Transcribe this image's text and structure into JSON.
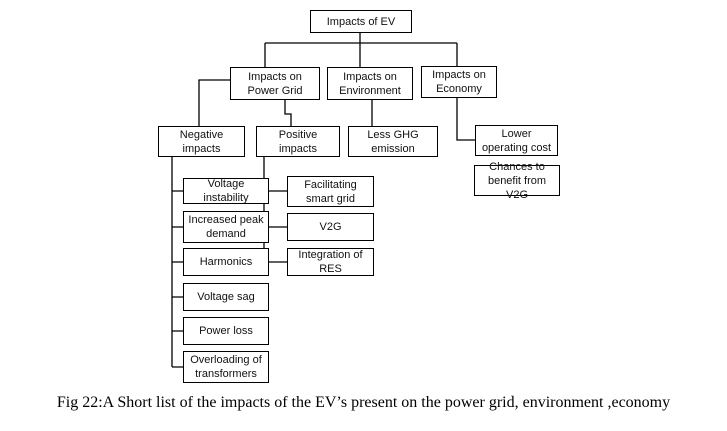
{
  "diagram": {
    "root": "Impacts of EV",
    "power_grid": "Impacts on Power Grid",
    "environment": "Impacts on Environment",
    "economy": "Impacts on Economy",
    "negative": "Negative impacts",
    "positive": "Positive impacts",
    "less_ghg": "Less GHG emission",
    "lower_cost": "Lower operating cost",
    "v2g_benefit": "Chances to benefit from V2G",
    "negative_items": [
      "Voltage instability",
      "Increased peak demand",
      "Harmonics",
      "Voltage sag",
      "Power loss",
      "Overloading of transformers"
    ],
    "positive_items": [
      "Facilitating smart grid",
      "V2G",
      "Integration of RES"
    ]
  },
  "caption": "Fig 22:A Short list of the impacts of the EV’s present on the power grid, environment ,economy"
}
